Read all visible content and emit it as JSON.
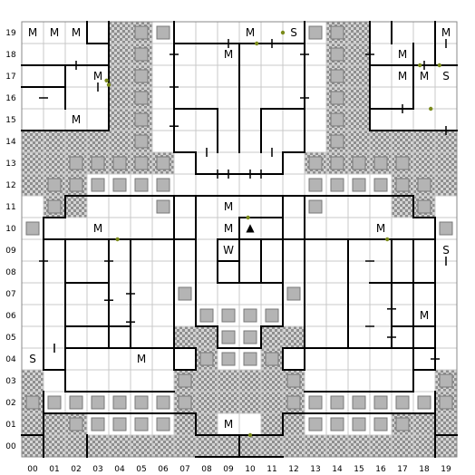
{
  "grid": {
    "cols": 20,
    "rows": 20,
    "col_labels": [
      "00",
      "01",
      "02",
      "03",
      "04",
      "05",
      "06",
      "07",
      "08",
      "09",
      "10",
      "11",
      "12",
      "13",
      "14",
      "15",
      "16",
      "17",
      "18",
      "19"
    ],
    "row_labels": [
      "19",
      "18",
      "17",
      "16",
      "15",
      "14",
      "13",
      "12",
      "11",
      "10",
      "09",
      "08",
      "07",
      "06",
      "05",
      "04",
      "03",
      "02",
      "01",
      "00"
    ]
  },
  "colors": {
    "grid_line": "#c8c8c8",
    "wall": "#000000",
    "rock_dark": "#9a9a9a",
    "rock_light": "#d6d6d6",
    "pillar": "#b4b4b4",
    "door_marker": "#7a8a1a"
  },
  "legend": {
    "M": "M",
    "S": "S",
    "W": "W",
    "up_arrow": "▲"
  },
  "markers": [
    {
      "text": "M",
      "col": 0,
      "row": 19
    },
    {
      "text": "M",
      "col": 1,
      "row": 19
    },
    {
      "text": "M",
      "col": 2,
      "row": 19
    },
    {
      "text": "M",
      "col": 10,
      "row": 19
    },
    {
      "text": "S",
      "col": 12,
      "row": 19
    },
    {
      "text": "M",
      "col": 19,
      "row": 19
    },
    {
      "text": "M",
      "col": 9,
      "row": 18
    },
    {
      "text": "M",
      "col": 17,
      "row": 18
    },
    {
      "text": "M",
      "col": 3,
      "row": 17
    },
    {
      "text": "M",
      "col": 17,
      "row": 17
    },
    {
      "text": "M",
      "col": 18,
      "row": 17
    },
    {
      "text": "S",
      "col": 19,
      "row": 17
    },
    {
      "text": "M",
      "col": 2,
      "row": 15
    },
    {
      "text": "M",
      "col": 9,
      "row": 11
    },
    {
      "text": "M",
      "col": 3,
      "row": 10
    },
    {
      "text": "M",
      "col": 9,
      "row": 10
    },
    {
      "text": "M",
      "col": 16,
      "row": 10
    },
    {
      "text": "W",
      "col": 9,
      "row": 9
    },
    {
      "text": "S",
      "col": 19,
      "row": 9
    },
    {
      "text": "M",
      "col": 18,
      "row": 6
    },
    {
      "text": "S",
      "col": 0,
      "row": 4
    },
    {
      "text": "M",
      "col": 5,
      "row": 4
    },
    {
      "text": "M",
      "col": 9,
      "row": 1
    }
  ],
  "arrow": {
    "text": "▲",
    "col": 10,
    "row": 10
  }
}
